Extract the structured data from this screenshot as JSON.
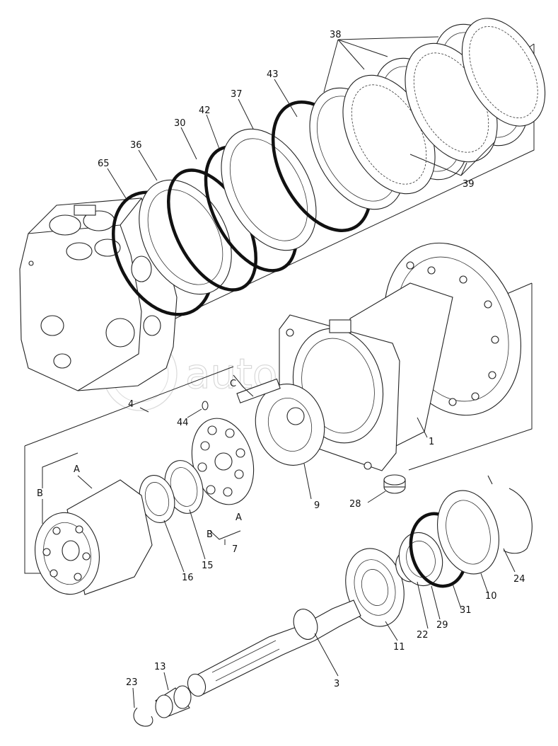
{
  "watermark": "autopiter.ru",
  "labels": {
    "l38": "38",
    "l43": "43",
    "l37": "37",
    "l42": "42",
    "l30": "30",
    "l36": "36",
    "l65": "65",
    "l39": "39",
    "lC": "C",
    "l4": "4",
    "l44": "44",
    "lA1": "A",
    "lB1": "B",
    "l9": "9",
    "l1": "1",
    "l28": "28",
    "lA2": "A",
    "lB2": "B",
    "l7": "7",
    "l16": "16",
    "l15": "15",
    "l24": "24",
    "l10": "10",
    "l31": "31",
    "l22": "22",
    "l29": "29",
    "l11": "11",
    "l13": "13",
    "l23": "23",
    "l3": "3"
  }
}
